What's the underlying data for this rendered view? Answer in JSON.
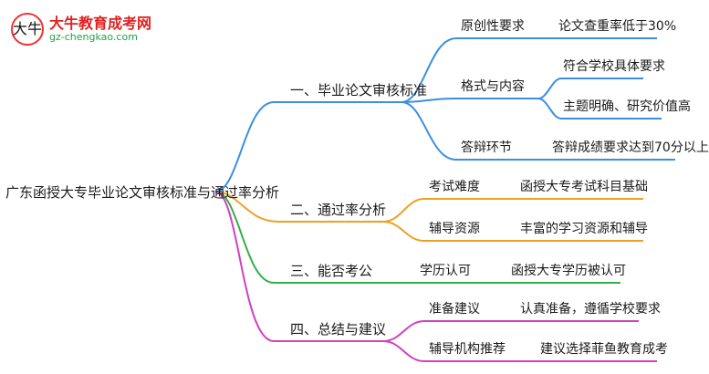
{
  "logo": {
    "badge": "大牛",
    "title": "大牛教育成考网",
    "url": "gz-chengkao.com"
  },
  "root": "广东函授大专毕业论文审核标准与通过率分析",
  "branches": [
    {
      "label": "一、毕业论文审核标准",
      "color": "#3b8fe0",
      "children": [
        {
          "label": "原创性要求",
          "leaves": [
            "论文查重率低于30%"
          ]
        },
        {
          "label": "格式与内容",
          "leaves": [
            "符合学校具体要求",
            "主题明确、研究价值高"
          ]
        },
        {
          "label": "答辩环节",
          "leaves": [
            "答辩成绩要求达到70分以上"
          ]
        }
      ]
    },
    {
      "label": "二、通过率分析",
      "color": "#f0a020",
      "children": [
        {
          "label": "考试难度",
          "leaves": [
            "函授大专考试科目基础"
          ]
        },
        {
          "label": "辅导资源",
          "leaves": [
            "丰富的学习资源和辅导"
          ]
        }
      ]
    },
    {
      "label": "三、能否考公",
      "color": "#34b04a",
      "children": [
        {
          "label": "学历认可",
          "leaves": [
            "函授大专学历被认可"
          ]
        }
      ]
    },
    {
      "label": "四、总结与建议",
      "color": "#d040c0",
      "children": [
        {
          "label": "准备建议",
          "leaves": [
            "认真准备，遵循学校要求"
          ]
        },
        {
          "label": "辅导机构推荐",
          "leaves": [
            "建议选择菲鱼教育成考"
          ]
        }
      ]
    }
  ]
}
